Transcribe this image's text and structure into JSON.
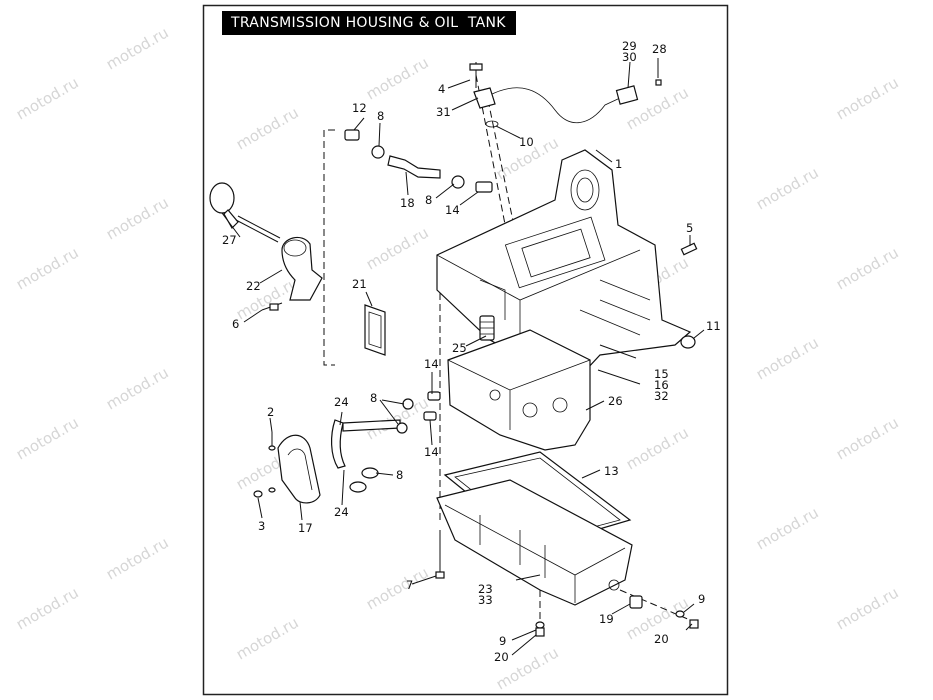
{
  "title": "TRANSMISSION HOUSING & OIL  TANK",
  "watermark": "motod.ru",
  "callouts": {
    "c1": "1",
    "c2": "2",
    "c3": "3",
    "c4": "4",
    "c5": "5",
    "c6": "6",
    "c7": "7",
    "c8a": "8",
    "c8b": "8",
    "c8c": "8",
    "c8d": "8",
    "c9a": "9",
    "c9b": "9",
    "c10": "10",
    "c11": "11",
    "c12": "12",
    "c13": "13",
    "c14a": "14",
    "c14b": "14",
    "c14c": "14",
    "c15": "15",
    "c16": "16",
    "c17": "17",
    "c18": "18",
    "c19": "19",
    "c20a": "20",
    "c20b": "20",
    "c21": "21",
    "c22": "22",
    "c23": "23",
    "c24a": "24",
    "c24b": "24",
    "c25": "25",
    "c26": "26",
    "c27": "27",
    "c28": "28",
    "c29": "29",
    "c30": "30",
    "c31": "31",
    "c32": "32",
    "c33": "33"
  }
}
